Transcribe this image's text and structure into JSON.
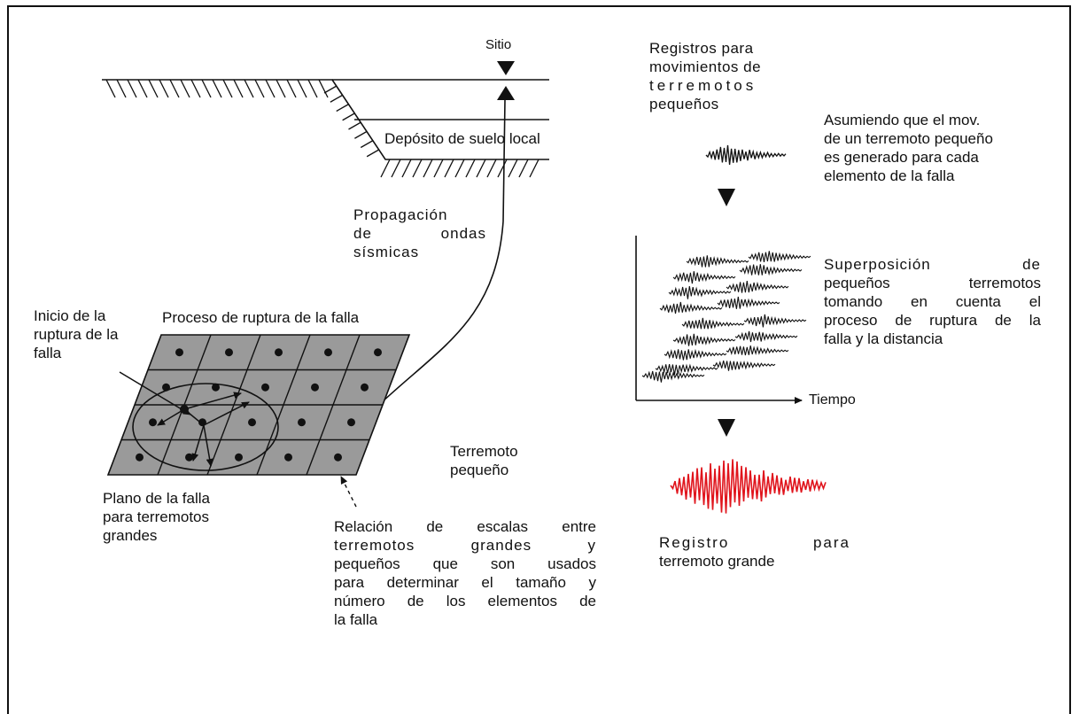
{
  "site": {
    "label": "Sitio"
  },
  "soil": {
    "label": "Depósito de suelo local"
  },
  "propagation": {
    "lines": [
      "Propagación",
      "de ondas",
      "sísmicas"
    ]
  },
  "rupture_start": {
    "lines": [
      "Inicio de la",
      "ruptura de la",
      "falla"
    ]
  },
  "rupture_process": {
    "label": "Proceso de ruptura de la falla"
  },
  "fault_plane": {
    "lines": [
      "Plano de la falla",
      "para terremotos",
      "grandes"
    ]
  },
  "small_quake": {
    "lines": [
      "Terremoto",
      "pequeño"
    ]
  },
  "scale_relation": {
    "lines": [
      "Relación de escalas entre",
      "terremotos grandes y",
      "pequeños que son usados",
      "para determinar el tamaño y",
      "número de los elementos de",
      "la falla"
    ]
  },
  "small_records": {
    "lines": [
      "Registros para",
      "movimientos de",
      "terremotos",
      "pequeños"
    ]
  },
  "assumption": {
    "lines": [
      "Asumiendo que el mov.",
      "de un terremoto pequeño",
      "es generado para cada",
      "elemento de la falla"
    ]
  },
  "superposition": {
    "lines": [
      "Superposición de",
      "pequeños terremotos",
      "tomando en cuenta el",
      "proceso de ruptura de la",
      "falla y la distancia"
    ]
  },
  "time_axis": {
    "label": "Tiempo"
  },
  "large_record": {
    "lines": [
      "Registro para",
      "terremoto grande"
    ]
  },
  "colors": {
    "line": "#111111",
    "grid_fill": "#9a9a9a",
    "large_wave": "#e0141c"
  }
}
